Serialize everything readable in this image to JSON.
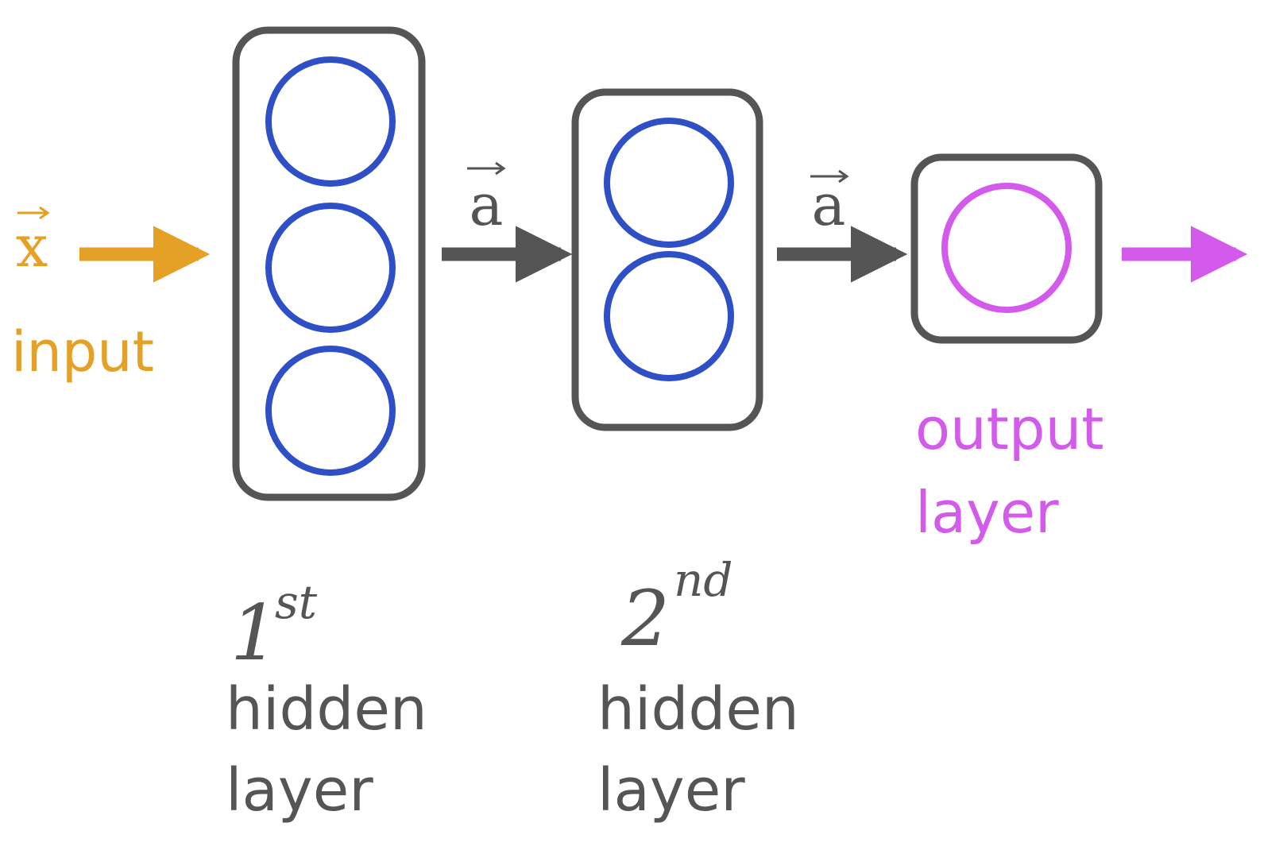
{
  "colors": {
    "input": "#E5A026",
    "neuron_hidden": "#2F4FC7",
    "neuron_output": "#D35AEA",
    "box": "#555555",
    "arrow": "#555555",
    "text_dark": "#555555"
  },
  "input": {
    "vector_symbol": "x",
    "label": "input"
  },
  "activations": [
    {
      "vector_symbol": "a"
    },
    {
      "vector_symbol": "a"
    }
  ],
  "layers": [
    {
      "ordinal_number": "1",
      "ordinal_suffix": "st",
      "label_line1": "hidden",
      "label_line2": "layer",
      "neurons": 3
    },
    {
      "ordinal_number": "2",
      "ordinal_suffix": "nd",
      "label_line1": "hidden",
      "label_line2": "layer",
      "neurons": 2
    },
    {
      "label_line1": "output",
      "label_line2": "layer",
      "neurons": 1
    }
  ]
}
